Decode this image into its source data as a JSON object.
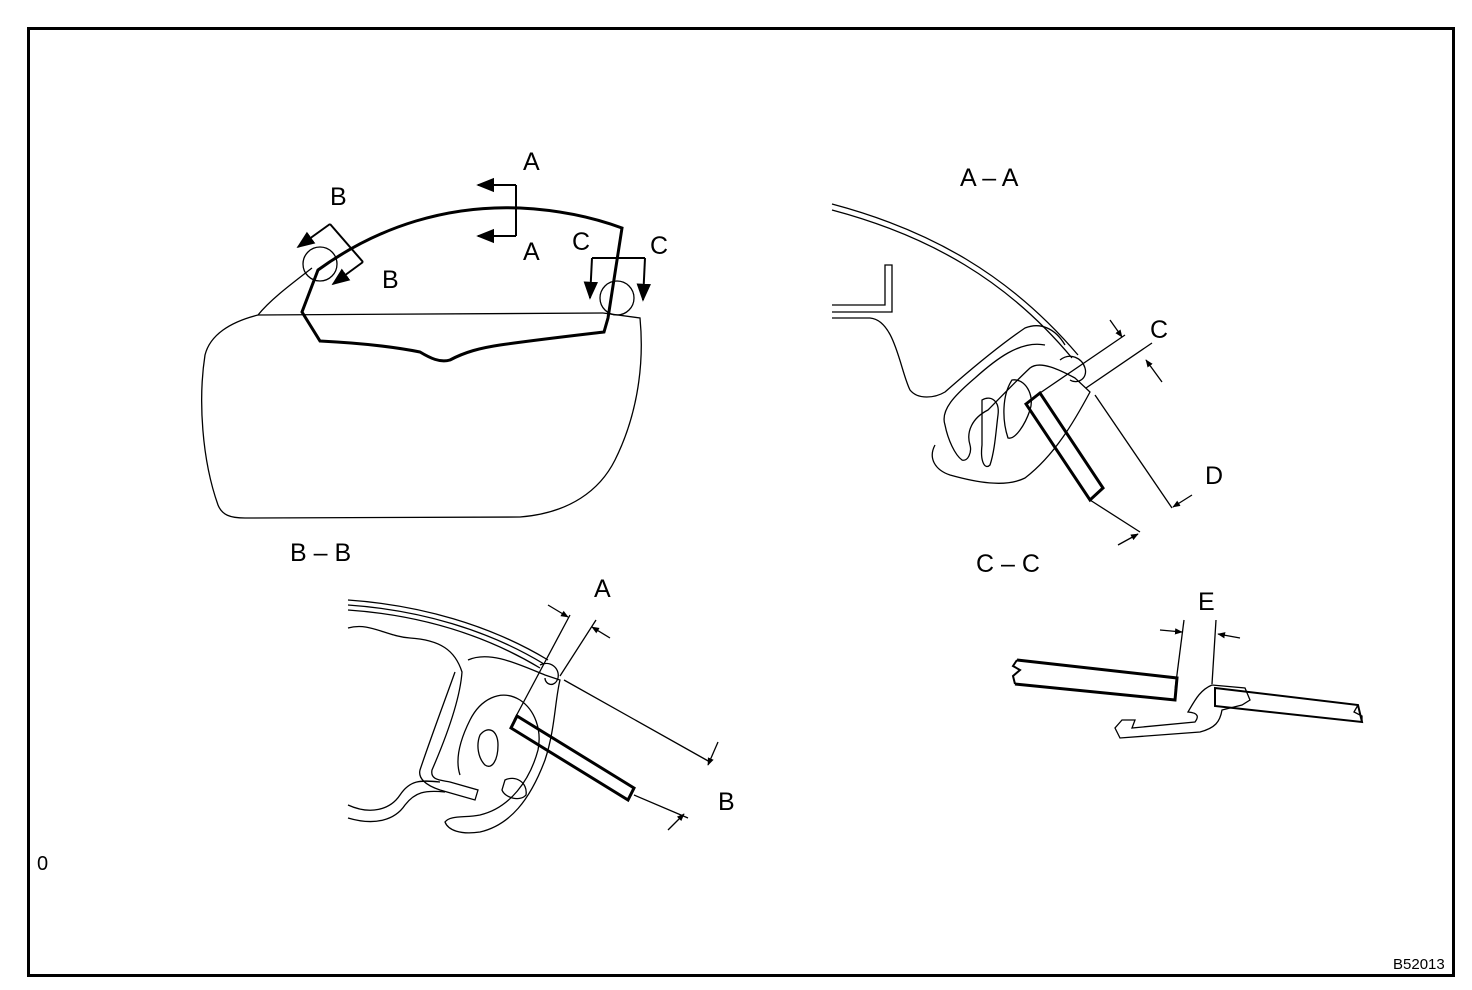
{
  "overview": {
    "section_a_top": "A",
    "section_a_bottom": "A",
    "section_b_top": "B",
    "section_b_bottom": "B",
    "section_c_left": "C",
    "section_c_right": "C"
  },
  "view_aa": {
    "title": "A – A",
    "dim_c": "C",
    "dim_d": "D"
  },
  "view_bb": {
    "title": "B – B",
    "dim_a": "A",
    "dim_b": "B"
  },
  "view_cc": {
    "title": "C – C",
    "dim_e": "E"
  },
  "page_number": "0",
  "figure_id": "B52013"
}
